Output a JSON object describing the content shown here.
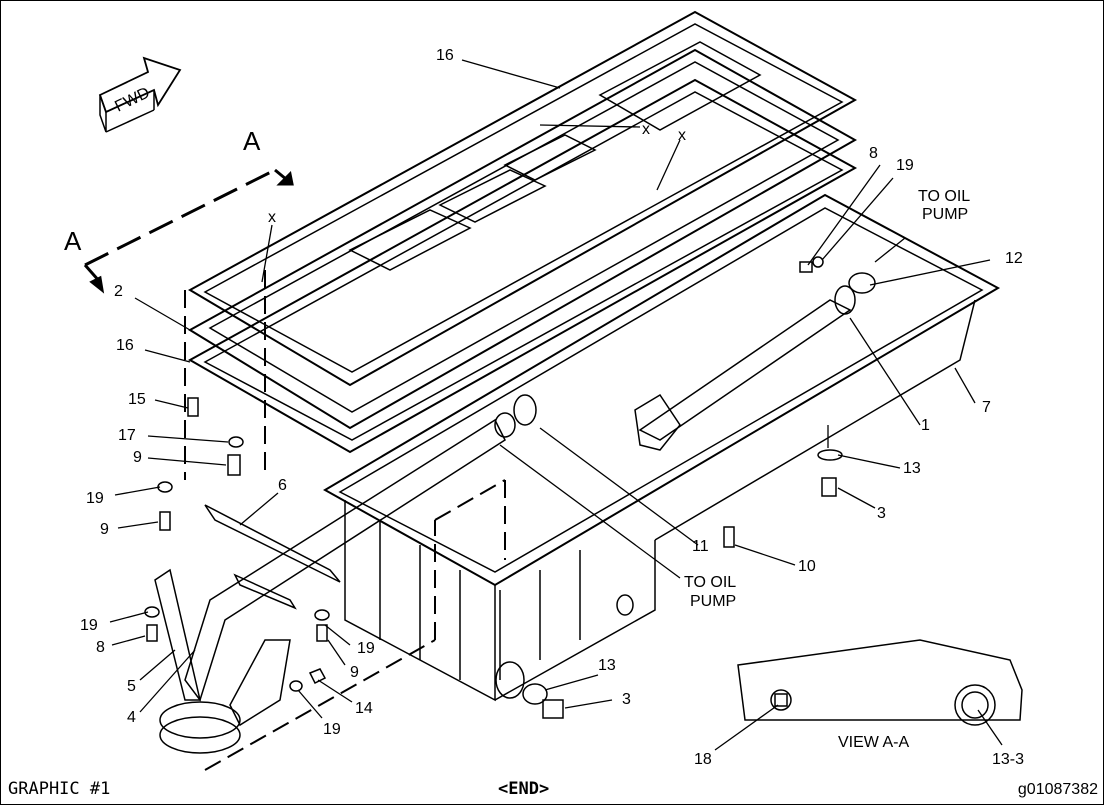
{
  "footer": {
    "left": "GRAPHIC #1",
    "center": "<END>",
    "right": "g01087382"
  },
  "direction_arrow": {
    "label": "FWD"
  },
  "section": {
    "letter": "A",
    "view_label": "VIEW A-A"
  },
  "callouts": {
    "c1": "1",
    "c2": "2",
    "c3a": "3",
    "c3b": "3",
    "c4": "4",
    "c5": "5",
    "c6": "6",
    "c7": "7",
    "c8a": "8",
    "c8b": "8",
    "c9a": "9",
    "c9b": "9",
    "c9c": "9",
    "c10": "10",
    "c11": "11",
    "c12": "12",
    "c13a": "13",
    "c13b": "13",
    "c13_3": "13-3",
    "c14": "14",
    "c15": "15",
    "c16a": "16",
    "c16b": "16",
    "c17": "17",
    "c18": "18",
    "c19a": "19",
    "c19b": "19",
    "c19c": "19",
    "c19d": "19",
    "c19e": "19",
    "x1": "x",
    "x2": "x",
    "x3": "x"
  },
  "notes": {
    "to_oil_pump_1_line1": "TO OIL",
    "to_oil_pump_1_line2": "PUMP",
    "to_oil_pump_2_line1": "TO OIL",
    "to_oil_pump_2_line2": "PUMP"
  }
}
